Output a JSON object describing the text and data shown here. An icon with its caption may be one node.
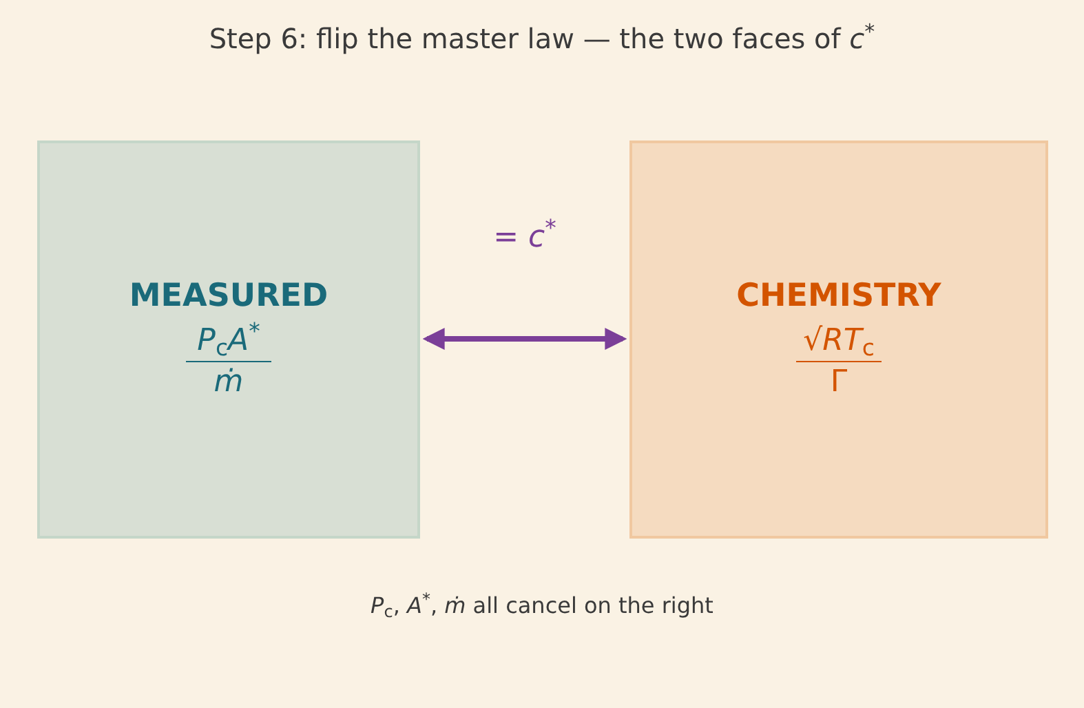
{
  "diagram": {
    "title": "Step 6: flip the master law — the two faces of *c*$^{*}$",
    "nodes": [
      {
        "text": [
          "MEASURED",
          "*P*$_{c}$*A*$^{*}$",
          "*ṁ*"
        ]
      },
      {
        "text": [
          "CHEMISTRY",
          "√*RT*$_{c}$",
          "Γ"
        ]
      }
    ],
    "edges": [
      {
        "from": 0,
        "to": 1,
        "arrow": "both",
        "label": "= *c*$^{*}$",
        "color": "#7b3f98"
      }
    ],
    "labels": [
      "*P*$_{c}$, *A*$^{*}$, *ṁ* all cancel on the right"
    ]
  }
}
